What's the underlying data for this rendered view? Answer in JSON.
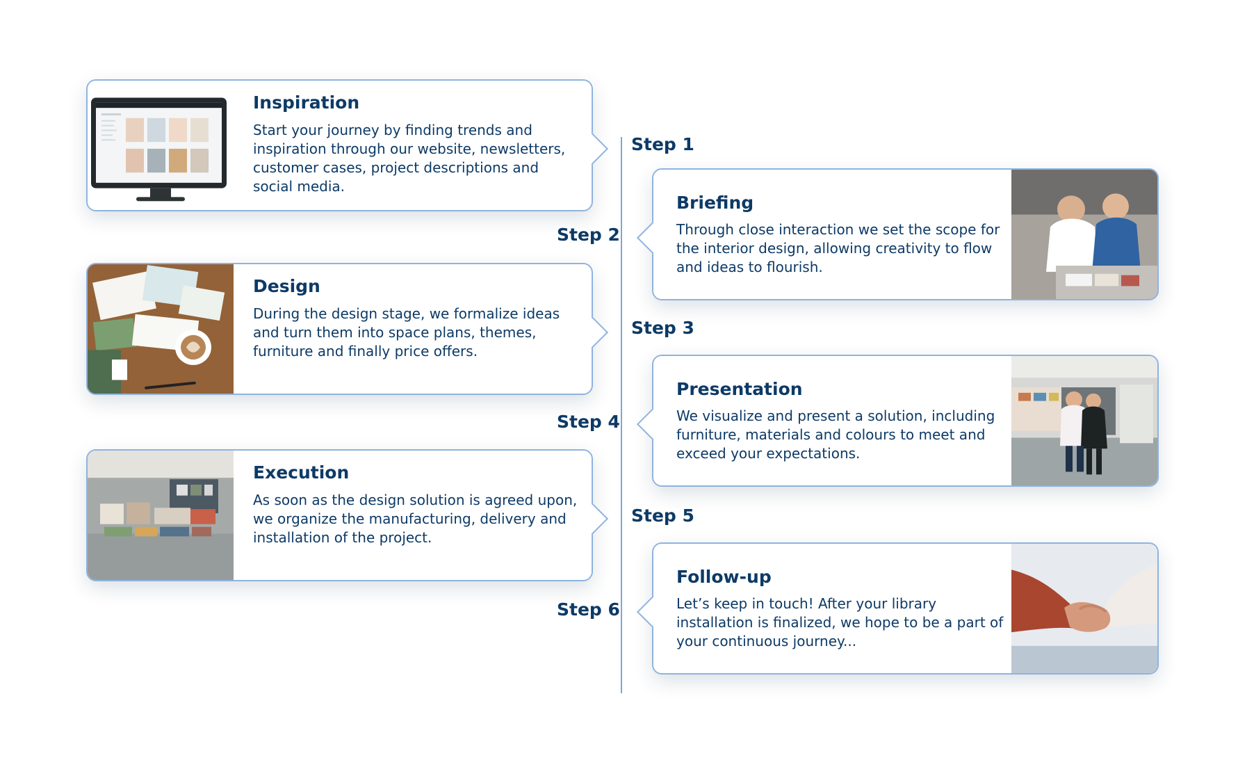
{
  "steps": [
    {
      "label": "Step 1"
    },
    {
      "label": "Step 2"
    },
    {
      "label": "Step 3"
    },
    {
      "label": "Step 4"
    },
    {
      "label": "Step 5"
    },
    {
      "label": "Step 6"
    }
  ],
  "cards": [
    {
      "title": "Inspiration",
      "text": "Start your journey by finding trends and inspiration through our website, newsletters, customer cases, project descriptions and social media.",
      "image_subject": "computer-monitor-website-icon"
    },
    {
      "title": "Briefing",
      "text": "Through close interaction we set the scope for the interior design, allowing creativity to flow and ideas to flourish.",
      "image_subject": "people-planning-photo"
    },
    {
      "title": "Design",
      "text": "During the design stage, we formalize ideas and turn them into space plans, themes, furniture and finally price offers.",
      "image_subject": "design-sketches-coffee-photo"
    },
    {
      "title": "Presentation",
      "text": "We visualize and present a solution, including furniture, materials and colours to meet and exceed your expectations.",
      "image_subject": "library-presentation-photo"
    },
    {
      "title": "Execution",
      "text": "As soon as the design solution is agreed upon, we organize the manufacturing, delivery and installation of the project.",
      "image_subject": "library-interior-photo"
    },
    {
      "title": "Follow-up",
      "text": "Let’s keep in touch! After your library installation is finalized, we hope to be a part of your continuous journey...",
      "image_subject": "handshake-photo"
    }
  ],
  "colors": {
    "text": "#0d3a66",
    "border": "#8fb3df",
    "line": "#7ea6d4"
  }
}
